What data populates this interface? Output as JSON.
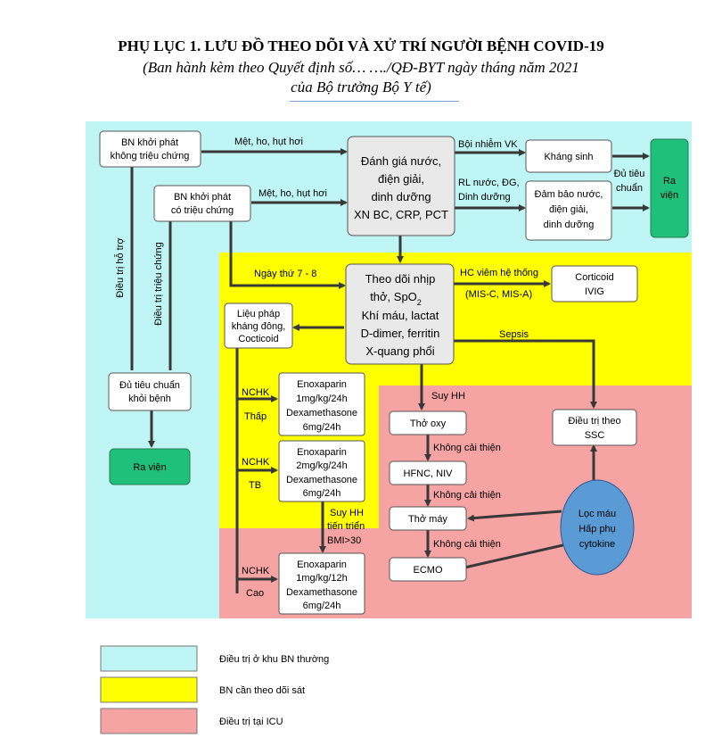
{
  "header": {
    "title": "PHỤ LỤC 1. LƯU ĐỒ THEO DÕI VÀ XỬ TRÍ NGƯỜI BỆNH COVID-19",
    "subtitle_line1": "(Ban hành kèm theo Quyết định số…  …./QĐ-BYT ngày      tháng     năm 2021",
    "subtitle_line2": "của Bộ trưởng Bộ Y tế)"
  },
  "colors": {
    "normal_ward": "#bff5f5",
    "close_monitoring": "#ffff00",
    "icu": "#f5a3a3",
    "discharge": "#1fc07a",
    "filtration": "#5b9bd5"
  },
  "boxes": {
    "asymptomatic": [
      "BN khởi phát",
      "không triệu chứng"
    ],
    "symptomatic": [
      "BN khởi phát",
      "có triệu chứng"
    ],
    "assessment": [
      "Đánh giá nước,",
      "điện giải,",
      "dinh dưỡng",
      "XN BC, CRP, PCT"
    ],
    "antibiotics": [
      "Kháng sinh"
    ],
    "fluids": [
      "Đảm bảo nước,",
      "điện giải,",
      "dinh dưỡng"
    ],
    "discharge_right": [
      "Ra",
      "viện"
    ],
    "monitoring": [
      "Theo dõi nhịp",
      "thở, SpO",
      "Khí máu, lactat",
      "D-dimer, ferritin",
      "X-quang phổi"
    ],
    "spo2_sub": "2",
    "corticoid_ivig": [
      "Corticoid",
      "IVIG"
    ],
    "anticoag": [
      "Liệu pháp",
      "kháng đông,",
      "Cocticoid"
    ],
    "discharge_criteria": [
      "Đủ tiêu chuẩn",
      "khỏi bệnh"
    ],
    "discharge_left": [
      "Ra viện"
    ],
    "dose_low": [
      "Enoxaparin",
      "1mg/kg/24h",
      "Dexamethasone",
      "6mg/24h"
    ],
    "dose_mid": [
      "Enoxaparin",
      "2mg/kg/24h",
      "Dexamethasone",
      "6mg/24h"
    ],
    "dose_high": [
      "Enoxaparin",
      "1mg/kg/12h",
      "Dexamethasone",
      "6mg/24h"
    ],
    "oxygen": [
      "Thở oxy"
    ],
    "hfnc": [
      "HFNC, NIV"
    ],
    "ventilator": [
      "Thở máy"
    ],
    "ecmo": [
      "ECMO"
    ],
    "ssc": [
      "Điều trị theo",
      "SSC"
    ],
    "filtration": [
      "Lọc máu",
      "Hấp phụ",
      "cytokine"
    ]
  },
  "labels": {
    "fatigue1": "Mệt, ho, hụt hơi",
    "fatigue2": "Mệt, ho, hụt hơi",
    "bacterial": "Bội nhiễm VK",
    "disorder1": "RL nước, ĐG,",
    "disorder2": "Dinh dưỡng",
    "criteria1": "Đủ tiêu",
    "criteria2": "chuẩn",
    "support": "Điều trị hỗ trợ",
    "symptom_tx": "Điều trị triệu chứng",
    "day78": "Ngày thứ 7 - 8",
    "mis1": "HC viêm hệ thống",
    "mis2": "(MIS-C, MIS-A)",
    "sepsis": "Sepsis",
    "resp_fail": "Suy HH",
    "no_improve1": "Không cải thiện",
    "no_improve2": "Không cải thiện",
    "no_improve3": "Không cải thiện",
    "nchk1": "NCHK",
    "low": "Thấp",
    "nchk2": "NCHK",
    "mid": "TB",
    "nchk3": "NCHK",
    "high": "Cao",
    "progress1": "Suy HH",
    "progress2": "tiến triển",
    "bmi": "BMI>30"
  },
  "legend": [
    {
      "label": "Điều trị ở khu BN thường",
      "color": "#bff5f5"
    },
    {
      "label": "BN cần theo dõi sát",
      "color": "#ffff00"
    },
    {
      "label": "Điều trị tại ICU",
      "color": "#f5a3a3"
    }
  ]
}
